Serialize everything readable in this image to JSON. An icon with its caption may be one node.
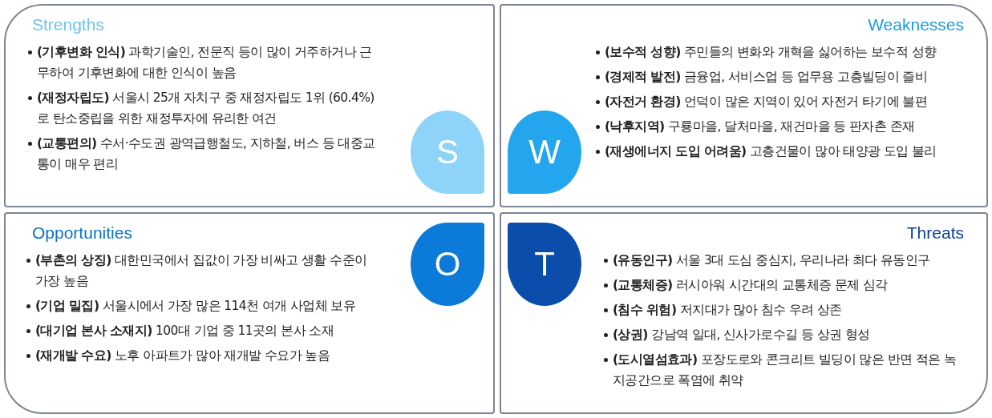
{
  "diagram": {
    "nodes": [
      {
        "text": [
          "Strengths",
          "**(기후변화 인식)** 과학기술인, 전문직 등이 많이 거주하거나 근무하여 기후변화에 대한 인식이 높음",
          "**(재정자립도)** 서울시 25개 자치구 중 재정자립도 1위 (60.4%)로 탄소중립을 위한 재정투자에 유리한 여건",
          "**(교통편의)** 수서·수도권 광역급행철도, 지하철, 버스 등 대중교통이 매우 편리"
        ]
      },
      {
        "text": [
          "Weaknesses",
          "**(보수적 성향)** 주민들의 변화와 개혁을 싫어하는 보수적 성향",
          "**(경제적 발전)** 금융업, 서비스업 등 업무용 고층빌딩이 즐비",
          "**(자전거 환경)** 언덕이 많은 지역이 있어 자전거 타기에 불편",
          "**(낙후지역)** 구룡마을, 달처마을, 재건마을 등 판자촌 존재",
          "**(재생에너지 도입 어려움)** 고층건물이 많아 태양광 도입 불리"
        ]
      },
      {
        "text": [
          "S"
        ],
        "in": 0
      },
      {
        "text": [
          "W"
        ],
        "in": 1
      },
      {
        "text": [
          "O"
        ],
        "in": 6
      },
      {
        "text": [
          "T"
        ],
        "in": 7
      },
      {
        "text": [
          "Opportunities",
          "**(부촌의 상징)** 대한민국에서 집값이 가장 비싸고 생활 수준이 가장 높음",
          "**(기업 밀집)** 서울시에서 가장 많은 114천 여개 사업체 보유",
          "**(대기업 본사 소재지)** 100대 기업 중 11곳의 본사 소재",
          "**(재개발 수요)** 노후 아파트가 많아 재개발 수요가 높음"
        ]
      },
      {
        "text": [
          "Threats",
          "**(유동인구)** 서울 3대 도심 중심지, 우리나라 최다 유동인구",
          "**(교통체증)** 러시아워 시간대의 교통체증 문제 심각",
          "**(침수 위험)** 저지대가 많아 침수 우려 상존",
          "**(상권)** 강남역 일대, 신사가로수길 등 상권 형성",
          "**(도시열섬효과)** 포장도로와 콘크리트 빌딩이 많은 반면 적은 녹지공간으로 폭염에 취약"
        ]
      }
    ]
  }
}
